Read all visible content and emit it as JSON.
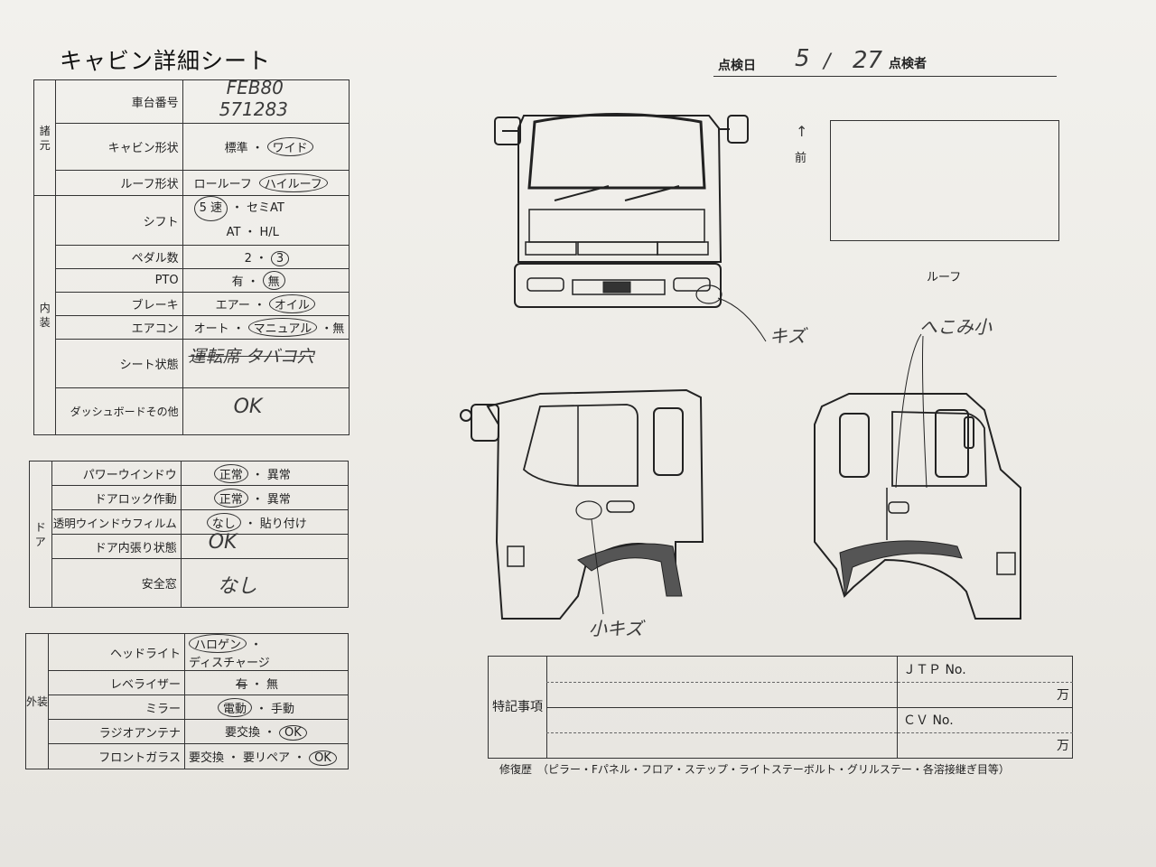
{
  "title": "キャビン詳細シート",
  "header": {
    "inspection_date_label": "点検日",
    "month": "5",
    "slash": "/",
    "day": "27",
    "inspector_label": "点検者"
  },
  "spec": {
    "section": "諸元",
    "chassis_label": "車台番号",
    "chassis_model": "FEB80",
    "chassis_no": "571283",
    "cabin_type_label": "キャビン形状",
    "cabin_opt1": "標準",
    "cabin_opt2": "ワイド",
    "roof_label": "ルーフ形状",
    "roof_opt1": "ロールーフ",
    "roof_opt2": "ハイルーフ"
  },
  "interior": {
    "section": "内装",
    "shift_label": "シフト",
    "shift_opt1": "5",
    "shift_opt1b": "速",
    "shift_opt2": "セミAT",
    "shift_opt3": "AT",
    "shift_opt4": "H/L",
    "pedal_label": "ペダル数",
    "pedal_opt1": "2",
    "pedal_opt2": "3",
    "pto_label": "PTO",
    "pto_opt1": "有",
    "pto_opt2": "無",
    "brake_label": "ブレーキ",
    "brake_opt1": "エアー",
    "brake_opt2": "オイル",
    "ac_label": "エアコン",
    "ac_opt1": "オート",
    "ac_opt2": "マニュアル",
    "ac_opt3": "無",
    "seat_label": "シート状態",
    "seat_note": "運転席 タバコ穴",
    "dash_label": "ダッシュボードその他",
    "dash_note": "OK"
  },
  "door": {
    "section": "ドア",
    "pw_label": "パワーウインドウ",
    "pw_opt1": "正常",
    "pw_opt2": "異常",
    "lock_label": "ドアロック作動",
    "lock_opt1": "正常",
    "lock_opt2": "異常",
    "film_label": "透明ウインドウフィルム",
    "film_opt1": "なし",
    "film_opt2": "貼り付け",
    "trim_label": "ドア内張り状態",
    "trim_note": "OK",
    "safety_label": "安全窓",
    "safety_note": "なし"
  },
  "exterior": {
    "section": "外装",
    "head_label": "ヘッドライト",
    "head_opt1": "ハロゲン",
    "head_opt2": "ディスチャージ",
    "lev_label": "レベライザー",
    "lev_opt1": "有",
    "lev_opt2": "無",
    "mirror_label": "ミラー",
    "mirror_opt1": "電動",
    "mirror_opt2": "手動",
    "radio_label": "ラジオアンテナ",
    "radio_opt1": "要交換",
    "radio_opt2": "OK",
    "glass_label": "フロントガラス",
    "glass_opt1": "要交換",
    "glass_opt2": "要リペア",
    "glass_opt3": "OK"
  },
  "diagram": {
    "front_arrow": "↑",
    "front_label": "前",
    "roof_label": "ルーフ",
    "note_scratch": "キズ",
    "note_dent": "へこみ小",
    "note_small_scratch": "小キズ"
  },
  "remarks": {
    "label": "特記事項",
    "jtp_label": "ＪＴＰ No.",
    "cv_label": "ＣＶ No.",
    "unit1": "万",
    "unit2": "万"
  },
  "repair_history": "修復歴　（ピラー・Fパネル・フロア・ステップ・ライトステーボルト・グリルステー・各溶接継ぎ目等）"
}
